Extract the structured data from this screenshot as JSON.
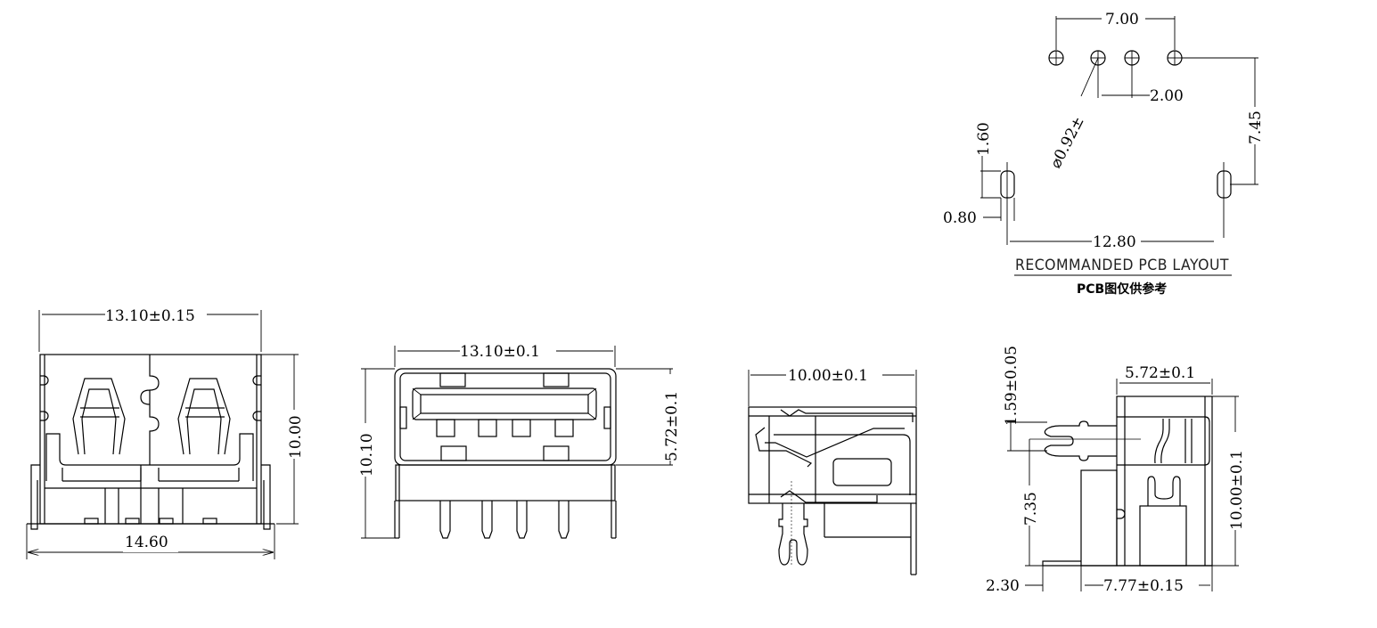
{
  "pcb_layout": {
    "dim_pin_span": "7.00",
    "dim_pin_pitch": "2.00",
    "dim_hole_dia": "⌀0.92±",
    "dim_row_offset": "7.45",
    "dim_slot_len": "1.60",
    "dim_slot_width": "0.80",
    "dim_slot_span": "12.80",
    "title": "RECOMMANDED  PCB  LAYOUT",
    "note_cn": "PCB图仅供参考"
  },
  "top_view": {
    "dim_width": "13.10±0.15",
    "dim_height": "10.00",
    "dim_total_width": "14.60"
  },
  "front_view": {
    "dim_width": "13.10±0.1",
    "dim_height": "10.10",
    "dim_port_height": "5.72±0.1"
  },
  "side_view": {
    "dim_depth": "10.00±0.1"
  },
  "end_view": {
    "dim_body_width": "5.72±0.1",
    "dim_pin_width": "1.59±0.05",
    "dim_pin_height": "7.35",
    "dim_height": "10.00±0.1",
    "dim_offset": "2.30",
    "dim_length": "7.77±0.15"
  }
}
